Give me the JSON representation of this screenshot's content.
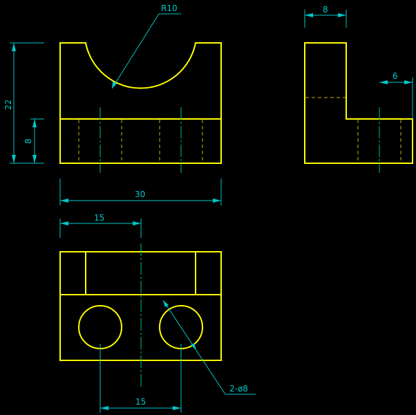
{
  "drawing": {
    "background": "#000000",
    "colors": {
      "object": "#ffff00",
      "hidden": "#c8b400",
      "center": "#00c080",
      "dimension": "#00c8c8"
    },
    "dimensions": {
      "radius": "R10",
      "top_width": "8",
      "step_width": "6",
      "total_height": "22",
      "base_height": "8",
      "overall_width": "30",
      "half_width": "15",
      "hole_spacing": "15",
      "hole_callout": "2-ø8"
    }
  }
}
